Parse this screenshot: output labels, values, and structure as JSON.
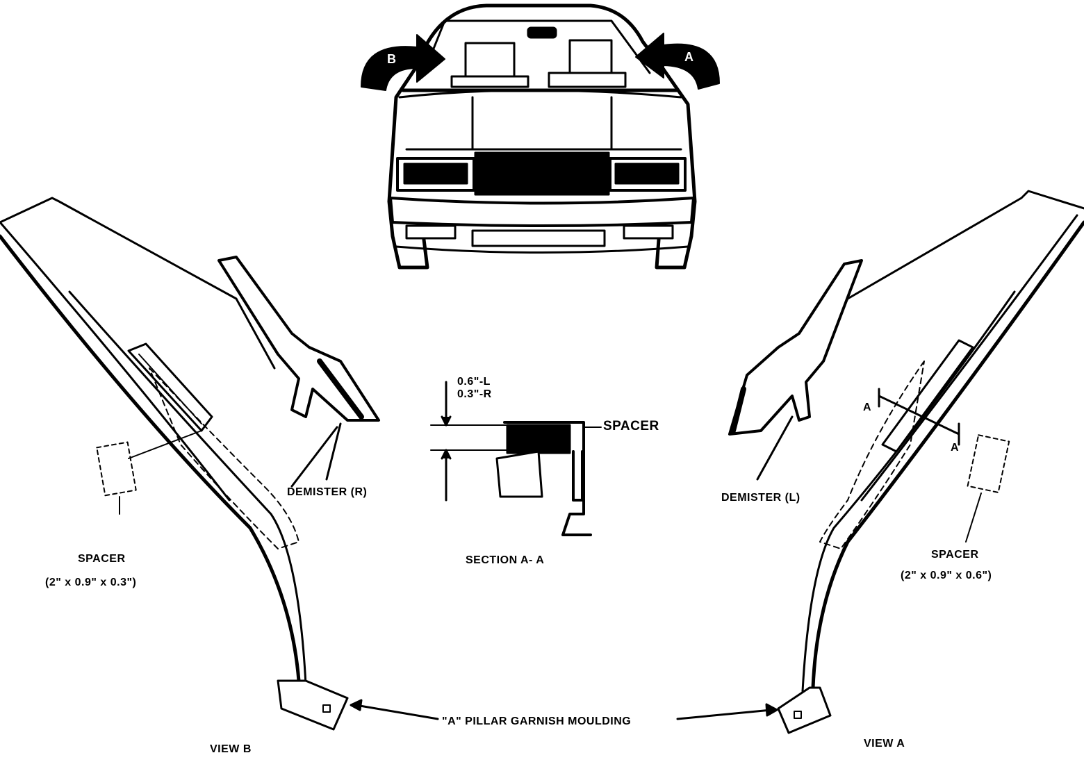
{
  "labels": {
    "spacer_section": "SPACER",
    "dimension_l": "0.6\"-L",
    "dimension_r": "0.3\"-R",
    "section_title": "SECTION A- A",
    "demister_right": "DEMISTER (R)",
    "demister_left": "DEMISTER (L)",
    "spacer_left": "SPACER",
    "spacer_left_size": "(2\" x 0.9\" x 0.3\")",
    "spacer_right": "SPACER",
    "spacer_right_size": "(2\" x 0.9\" x 0.6\")",
    "moulding": "\"A\" PILLAR GARNISH MOULDING",
    "view_b": "VIEW B",
    "view_a": "VIEW A",
    "arrow_b": "B",
    "arrow_a": "A",
    "section_mark_a1": "A",
    "section_mark_a2": "A"
  },
  "colors": {
    "ink": "#000000",
    "paper": "#ffffff"
  }
}
